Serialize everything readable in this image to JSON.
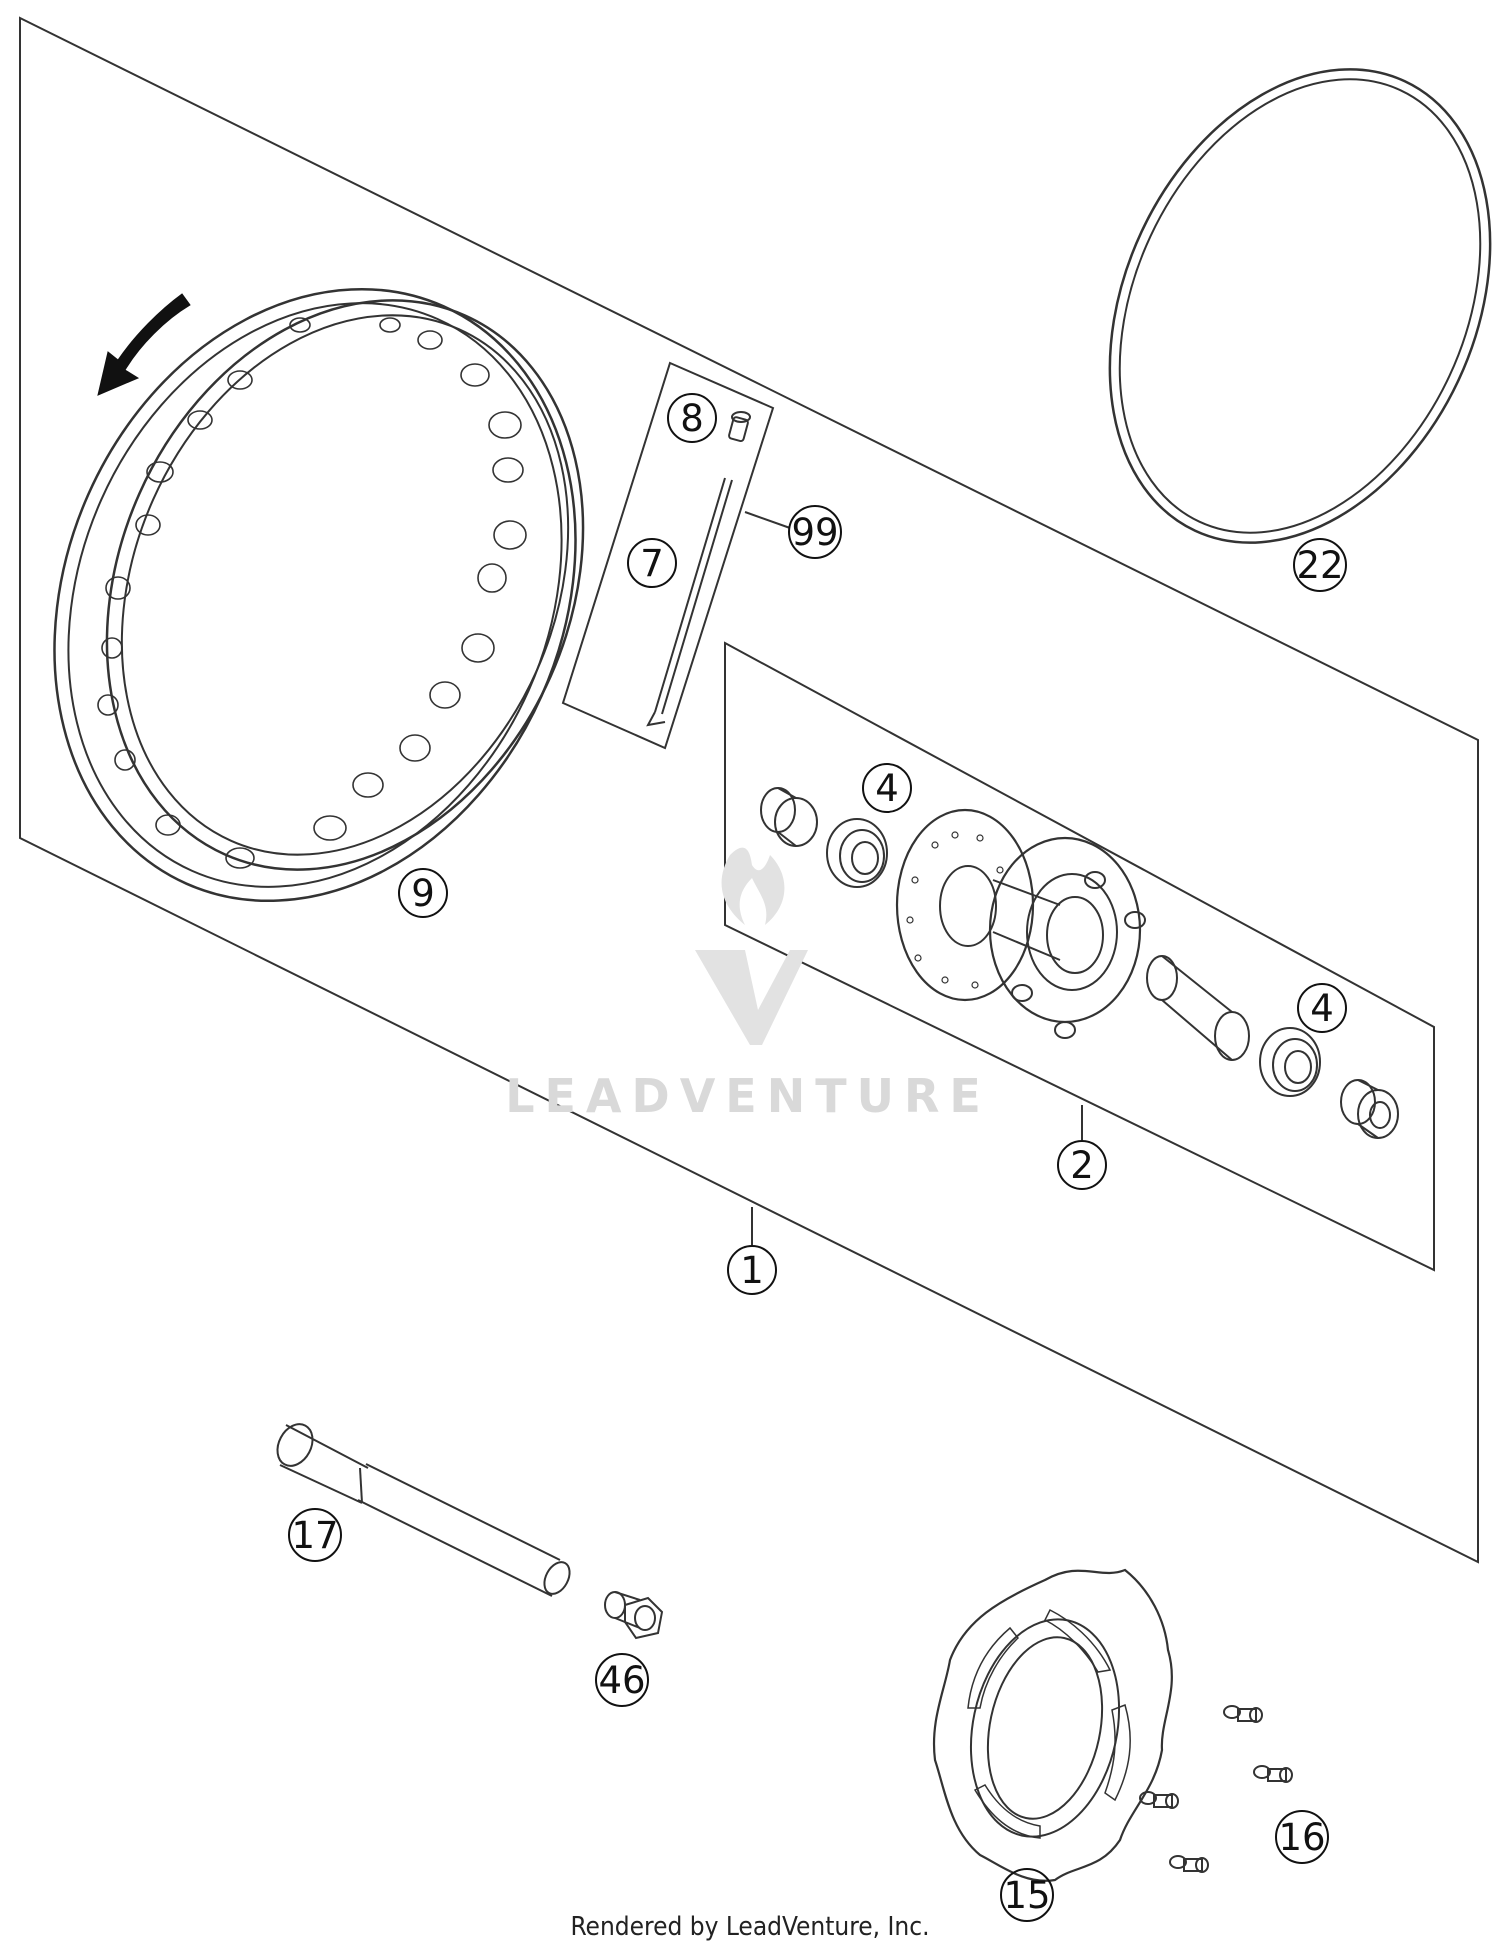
{
  "diagram": {
    "watermark": "LEADVENTURE",
    "footer": "Rendered by LeadVenture, Inc.",
    "callouts": [
      "1",
      "2",
      "4",
      "4",
      "7",
      "8",
      "9",
      "15",
      "16",
      "17",
      "22",
      "46",
      "99"
    ]
  }
}
